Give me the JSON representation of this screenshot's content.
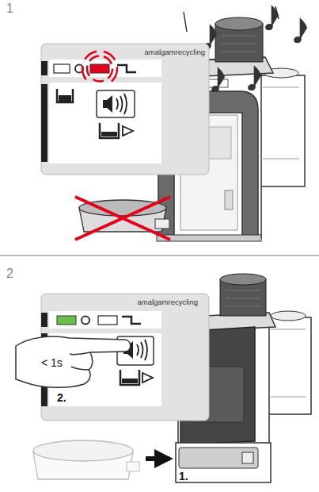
{
  "diagram": {
    "nodes": [
      {
        "text": [
          "amalgamrecycling"
        ]
      },
      {
        "text": [
          "amalgamrecycling"
        ]
      },
      {
        "text": [
          "< 1s"
        ],
        "in": 1
      }
    ],
    "labels": [
      "1",
      "2",
      "2.",
      "1."
    ]
  }
}
